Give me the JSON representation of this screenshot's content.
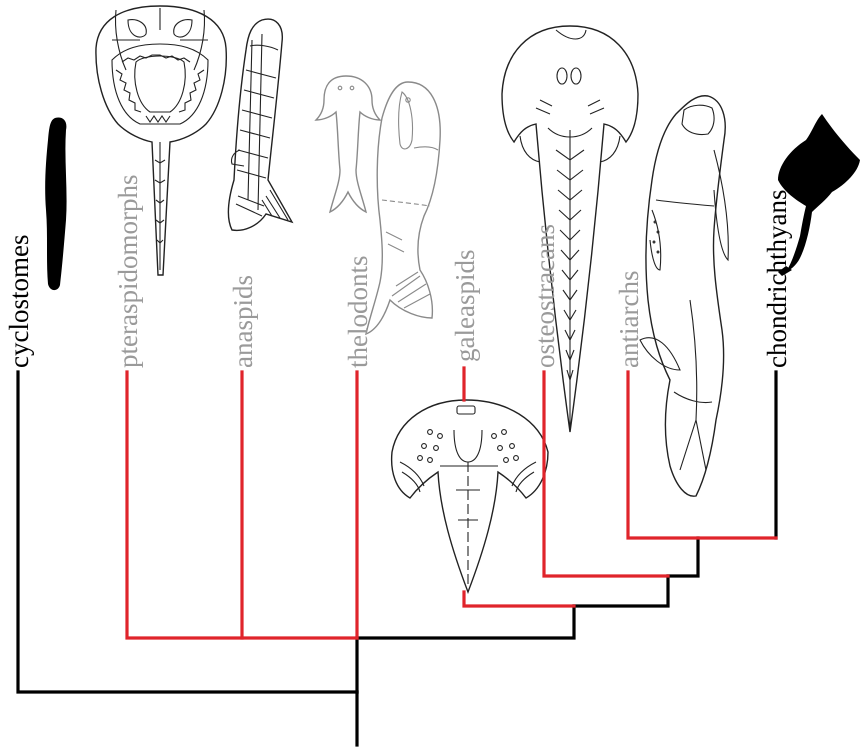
{
  "colors": {
    "crown": "#000000",
    "stem": "#e0242b",
    "extinct_label": "#9a9a9a",
    "extant_label": "#000000"
  },
  "taxa": [
    {
      "id": "cyclostomes",
      "label": "cyclostomes",
      "status": "extant"
    },
    {
      "id": "pteraspidomorphs",
      "label": "pteraspidomorphs",
      "status": "extinct"
    },
    {
      "id": "anaspids",
      "label": "anaspids",
      "status": "extinct"
    },
    {
      "id": "thelodonts",
      "label": "thelodonts",
      "status": "extinct"
    },
    {
      "id": "galeaspids",
      "label": "galeaspids",
      "status": "extinct"
    },
    {
      "id": "osteostracans",
      "label": "osteostracans",
      "status": "extinct"
    },
    {
      "id": "antiarchs",
      "label": "antiarchs",
      "status": "extinct"
    },
    {
      "id": "chondrichthyans",
      "label": "chondrichthyans",
      "status": "extant"
    }
  ],
  "icons": [
    {
      "taxon": "cyclostomes",
      "name": "lamprey-silhouette-icon"
    },
    {
      "taxon": "pteraspidomorphs",
      "name": "pteraspid-fossil-icon"
    },
    {
      "taxon": "anaspids",
      "name": "anaspid-fossil-icon"
    },
    {
      "taxon": "thelodonts",
      "name": "thelodont-fossil-icon"
    },
    {
      "taxon": "galeaspids",
      "name": "galeaspid-fossil-icon"
    },
    {
      "taxon": "osteostracans",
      "name": "osteostracan-fossil-icon"
    },
    {
      "taxon": "antiarchs",
      "name": "antiarch-fossil-icon"
    },
    {
      "taxon": "chondrichthyans",
      "name": "ray-silhouette-icon"
    }
  ]
}
